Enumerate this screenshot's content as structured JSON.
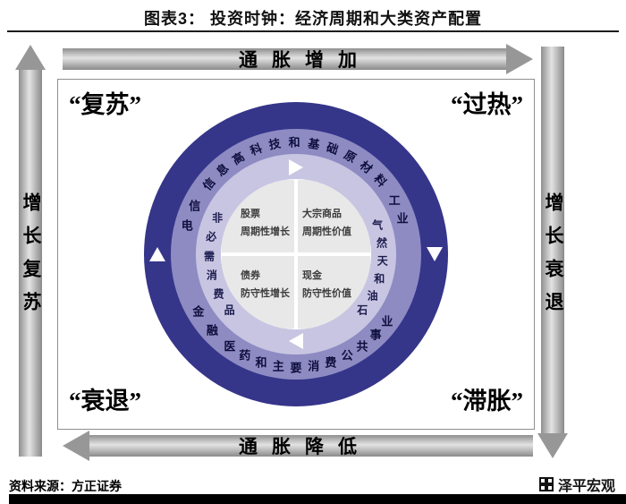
{
  "title": "图表3：  投资时钟：经济周期和大类资产配置",
  "source": "资料来源：方正证券",
  "watermark": "泽平宏观",
  "arrows": {
    "top": "通胀增加",
    "bottom": "通胀降低",
    "left": "增长复苏",
    "right": "增长衰退"
  },
  "corners": {
    "top_left": "“复苏”",
    "top_right": "“过热”",
    "bottom_left": "“衰退”",
    "bottom_right": "“滞胀”"
  },
  "quadrants": {
    "top_left": {
      "asset": "股票",
      "style": "周期性增长"
    },
    "top_right": {
      "asset": "大宗商品",
      "style": "周期性价值"
    },
    "bottom_left": {
      "asset": "债券",
      "style": "防守性增长"
    },
    "bottom_right": {
      "asset": "现金",
      "style": "防守性价值"
    }
  },
  "colors": {
    "outer_ring": "#35358a",
    "middle_ring": "#8e8bc3",
    "inner_ring": "#c8c5e2",
    "quadrant_bg": "#e8e8e8",
    "chevron": "#ffffff"
  },
  "clock": {
    "rings": [
      {
        "name": "sector-ring-outer",
        "radius": 126,
        "font_size": 13,
        "color": "#0e0e3e",
        "labels": [
          {
            "ch": "电",
            "a": -75
          },
          {
            "ch": "信",
            "a": -64
          },
          {
            "ch": "信",
            "a": -51
          },
          {
            "ch": "息",
            "a": -41
          },
          {
            "ch": "高",
            "a": -31
          },
          {
            "ch": "科",
            "a": -21
          },
          {
            "ch": "技",
            "a": -11
          },
          {
            "ch": "和",
            "a": -1
          },
          {
            "ch": "基",
            "a": 9
          },
          {
            "ch": "础",
            "a": 19
          },
          {
            "ch": "原",
            "a": 29
          },
          {
            "ch": "材",
            "a": 39
          },
          {
            "ch": "料",
            "a": 49
          },
          {
            "ch": "工",
            "a": 61
          },
          {
            "ch": "业",
            "a": 71
          },
          {
            "ch": "业",
            "a": 126
          },
          {
            "ch": "事",
            "a": 135
          },
          {
            "ch": "共",
            "a": 144
          },
          {
            "ch": "公",
            "a": 153
          },
          {
            "ch": "费",
            "a": 162
          },
          {
            "ch": "消",
            "a": 171
          },
          {
            "ch": "要",
            "a": 180
          },
          {
            "ch": "主",
            "a": 189
          },
          {
            "ch": "和",
            "a": 198
          },
          {
            "ch": "药",
            "a": 207
          },
          {
            "ch": "医",
            "a": 216
          },
          {
            "ch": "融",
            "a": 228
          },
          {
            "ch": "金",
            "a": 240
          }
        ]
      },
      {
        "name": "sector-ring-middle",
        "radius": 97,
        "font_size": 12,
        "color": "#1c1c4e",
        "labels": [
          {
            "ch": "气",
            "a": 70
          },
          {
            "ch": "然",
            "a": 82
          },
          {
            "ch": "天",
            "a": 94
          },
          {
            "ch": "和",
            "a": 106
          },
          {
            "ch": "油",
            "a": 118
          },
          {
            "ch": "石",
            "a": 130
          },
          {
            "ch": "品",
            "a": 230
          },
          {
            "ch": "费",
            "a": 243
          },
          {
            "ch": "消",
            "a": 256
          },
          {
            "ch": "需",
            "a": 269
          },
          {
            "ch": "必",
            "a": 282
          },
          {
            "ch": "非",
            "a": 295
          }
        ]
      }
    ],
    "chevrons": [
      {
        "r": 155,
        "a": 270,
        "dir": "up"
      },
      {
        "r": 155,
        "a": 90,
        "dir": "down"
      },
      {
        "r": 97,
        "a": 0,
        "dir": "right"
      },
      {
        "r": 97,
        "a": 180,
        "dir": "left"
      }
    ]
  }
}
